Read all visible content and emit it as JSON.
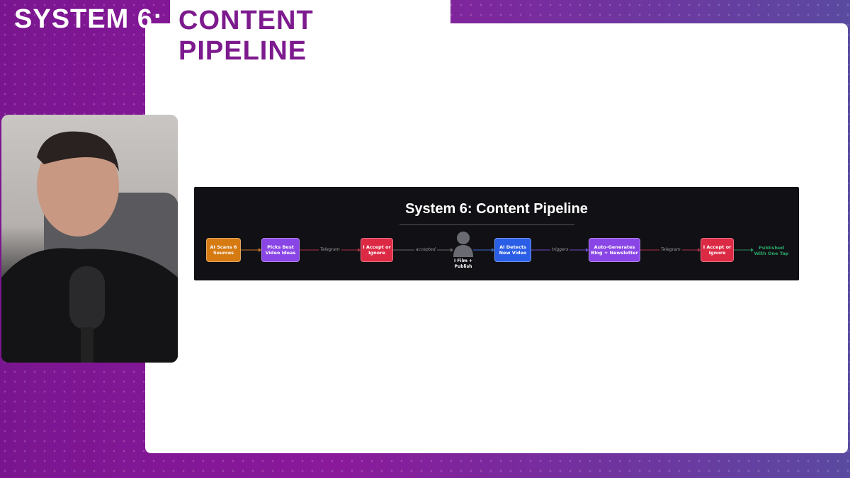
{
  "header": {
    "prefix": "SYSTEM 6:",
    "title": "CONTENT PIPELINE"
  },
  "diagram": {
    "title": "System 6: Content Pipeline",
    "nodes": [
      {
        "label": "AI Scans 6 Sources",
        "color": "#d67a12"
      },
      {
        "label": "Picks Best Video Ideas",
        "color": "#8a45e6"
      },
      {
        "label": "I Accept or Ignore",
        "color": "#dc2a45"
      },
      {
        "label": "I Film + Publish",
        "icon": "person-icon"
      },
      {
        "label": "AI Detects New Video",
        "color": "#2a5ee6"
      },
      {
        "label": "Auto-Generates Blog + Newsletter",
        "color": "#8a45e6"
      },
      {
        "label": "I Accept or Ignore",
        "color": "#dc2a45"
      },
      {
        "label": "Published With One Tap",
        "color": "#2aa56a"
      }
    ],
    "edges": [
      {
        "label": "",
        "color": "#c7752a"
      },
      {
        "label": "Telegram",
        "color": "#a8303f"
      },
      {
        "label": "accepted",
        "color": "#666666"
      },
      {
        "label": "",
        "color": "#3a66c8"
      },
      {
        "label": "triggers",
        "color": "#6a4ac8"
      },
      {
        "label": "Telegram",
        "color": "#a8303f"
      },
      {
        "label": "",
        "color": "#2a8a5a"
      }
    ]
  }
}
